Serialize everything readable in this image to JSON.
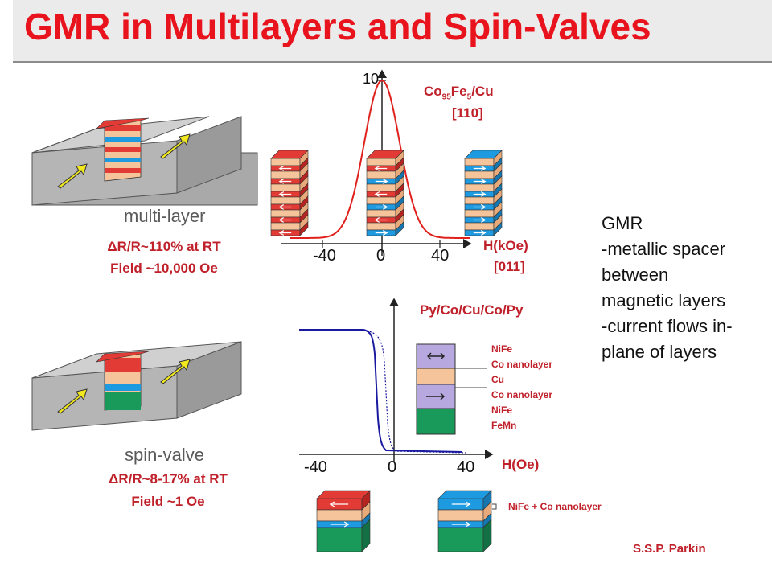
{
  "title": "GMR in Multilayers and Spin-Valves",
  "multilayer": {
    "label": "multi-layer",
    "dr_prefix": "Δ",
    "dr_text": "R/R~110% at RT",
    "field": "Field ~10,000 Oe"
  },
  "spinvalve": {
    "label": "spin-valve",
    "dr_prefix": "Δ",
    "dr_text": "R/R~8-17% at RT",
    "field": "Field ~1 Oe"
  },
  "top_chart": {
    "material_base": "Co",
    "material_sub1": "95",
    "material_mid": "Fe",
    "material_sub2": "5",
    "material_end": "/Cu",
    "orientation": "[110]",
    "y_tick": "10",
    "x_ticks": [
      "-40",
      "0",
      "40"
    ],
    "xlabel": "H(kOe)",
    "xlabel2": "[011]"
  },
  "bottom_chart": {
    "title": "Py/Co/Cu/Co/Py",
    "x_ticks": [
      "-40",
      "0",
      "40"
    ],
    "xlabel": "H(Oe)",
    "stack_layers": [
      "NiFe",
      "Co nanolayer",
      "Cu",
      "Co nanolayer",
      "NiFe",
      "FeMn"
    ],
    "bottom_note": "NiFe + Co nanolayer"
  },
  "notes": {
    "heading": "GMR",
    "line1": "-metallic spacer",
    "line2": "between",
    "line3": "magnetic layers",
    "line4": "-current flows in-",
    "line5": "plane of layers"
  },
  "credit": "S.S.P. Parkin",
  "colors": {
    "title_red": "#e8131c",
    "label_red": "#c0202a",
    "layer_red": "#e23a35",
    "layer_blue": "#1e9ae0",
    "layer_peach": "#f6c49a",
    "layer_green": "#1a9a5a",
    "layer_lavender": "#b8a8e0",
    "curve_red": "#e0201c",
    "curve_blue": "#1a1aa0",
    "arrow_yellow": "#f2e81e",
    "block_gray": "#a9a9a9"
  }
}
